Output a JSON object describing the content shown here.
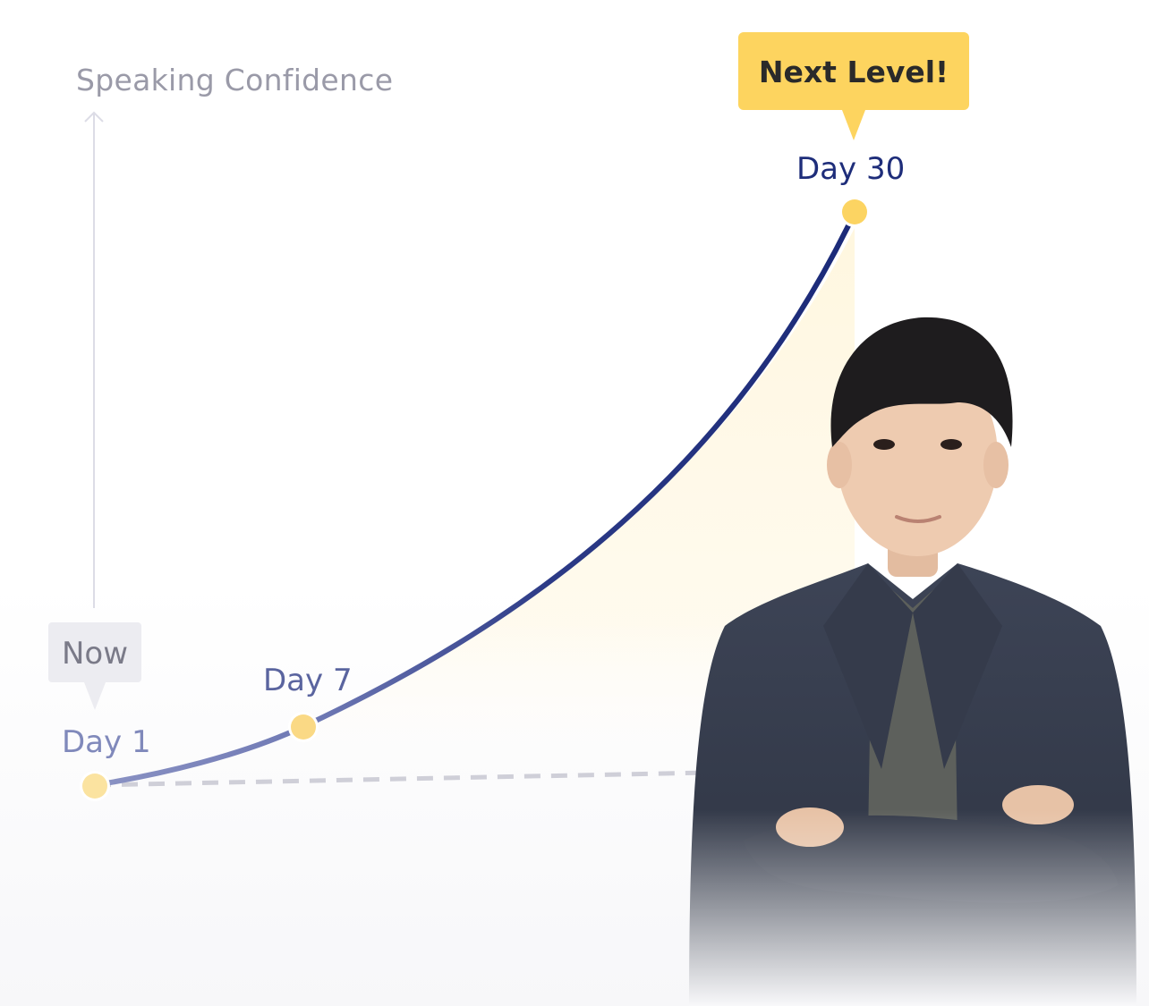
{
  "axis_label": "Speaking Confidence",
  "milestones": [
    {
      "day": "Day 1",
      "level": 0
    },
    {
      "day": "Day 7",
      "level": 0.1
    },
    {
      "day": "Day 30",
      "level": 1
    }
  ],
  "callouts": {
    "now": "Now",
    "next": "Next Level!"
  },
  "colors": {
    "curve_start": "#8b93c4",
    "curve_end": "#1b2a78",
    "milestone_dot": "#fcd462",
    "callout_next": "#fdd45f",
    "callout_now": "#ececf1",
    "baseline": "#cfcfd8"
  },
  "person": {
    "description_icon": "person-portrait-icon"
  }
}
